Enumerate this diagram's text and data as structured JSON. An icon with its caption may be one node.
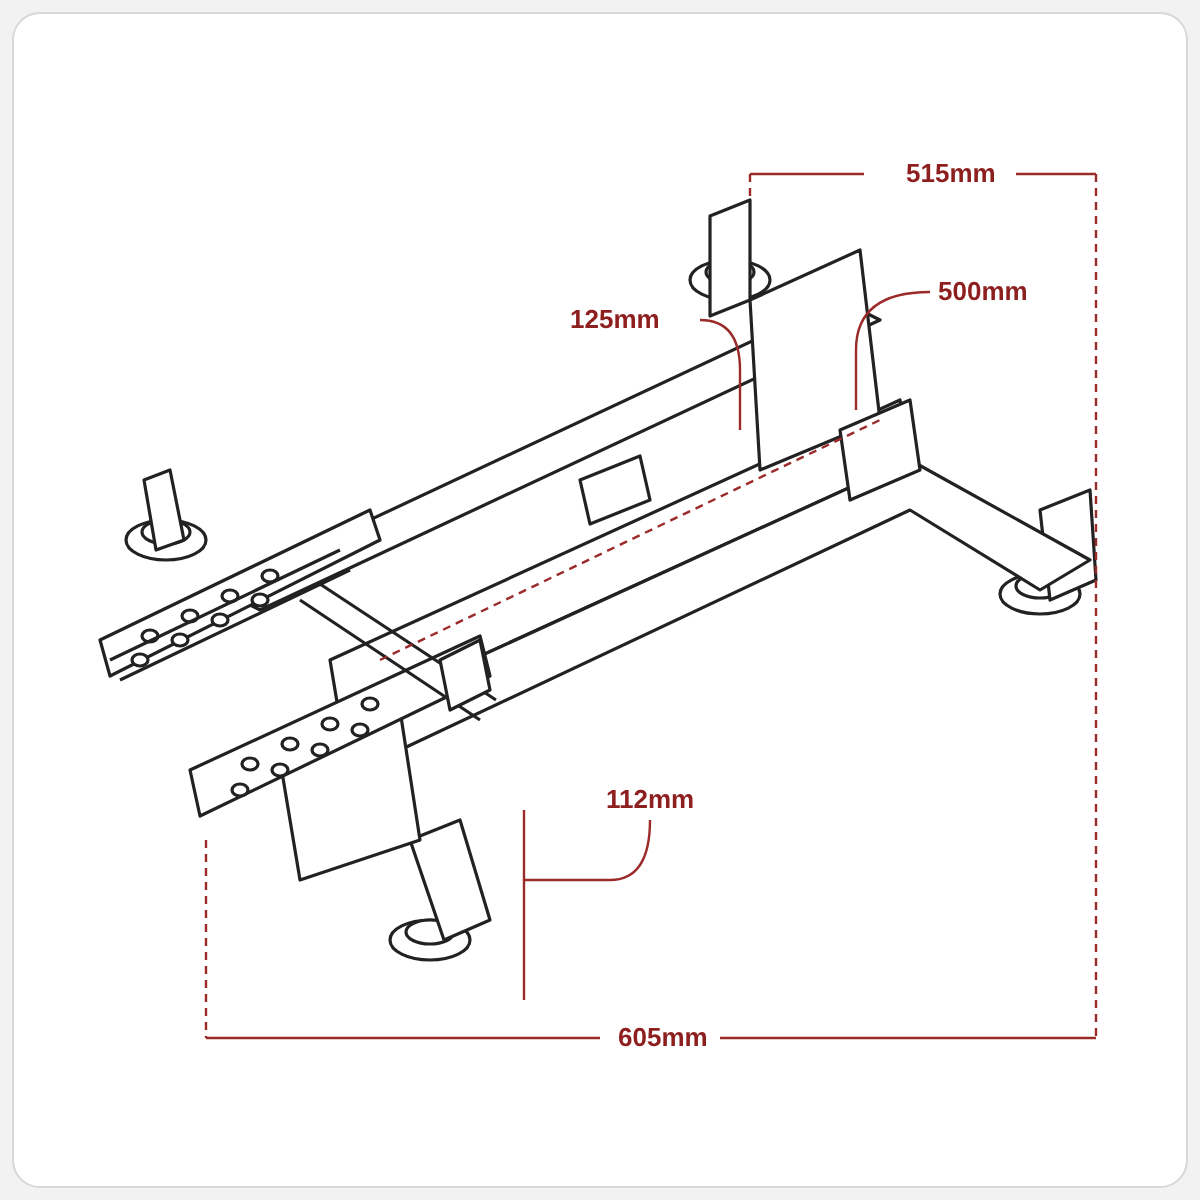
{
  "diagram": {
    "labels": [
      "515mm",
      "125mm",
      "500mm",
      "112mm",
      "605mm"
    ]
  }
}
